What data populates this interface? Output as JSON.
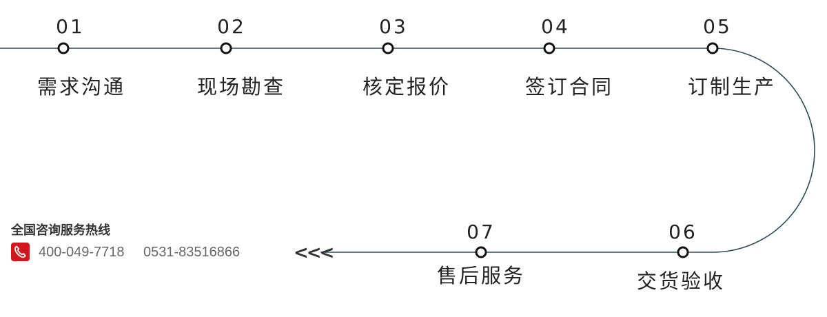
{
  "steps": [
    {
      "num": "01",
      "label": "需求沟通"
    },
    {
      "num": "02",
      "label": "现场勘查"
    },
    {
      "num": "03",
      "label": "核定报价"
    },
    {
      "num": "04",
      "label": "签订合同"
    },
    {
      "num": "05",
      "label": "订制生产"
    },
    {
      "num": "06",
      "label": "交货验收"
    },
    {
      "num": "07",
      "label": "售后服务"
    }
  ],
  "hotline": {
    "title": "全国咨询服务热线",
    "phone1": "400-049-7718",
    "phone2": "0531-83516866",
    "icon": "phone-icon"
  },
  "direction_arrows": "<<<",
  "colors": {
    "line": "#2e4a5c",
    "node_stroke": "#111111",
    "text": "#222222",
    "icon_bg": "#d2161d",
    "phone_text": "#666666"
  }
}
